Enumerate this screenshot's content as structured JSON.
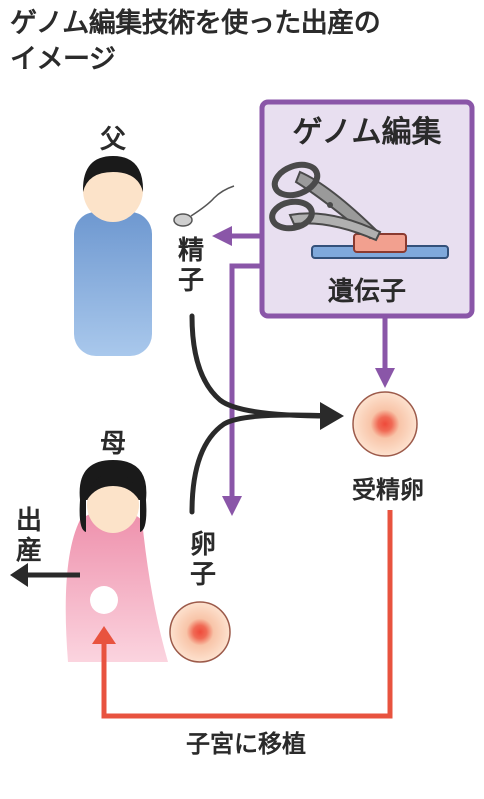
{
  "title": {
    "line1": "ゲノム編集技術を使った出産の",
    "line2": "イメージ"
  },
  "labels": {
    "father": "父",
    "mother": "母",
    "sperm": [
      "精",
      "子"
    ],
    "egg": [
      "卵",
      "子"
    ],
    "birth": [
      "出",
      "産"
    ],
    "fertilized_egg": "受精卵",
    "transplant": "子宮に移植"
  },
  "genome_box": {
    "title": "ゲノム編集",
    "gene_label": "遺伝子"
  },
  "colors": {
    "purple": "#8a56a8",
    "box_fill": "#e8dff0",
    "red_line": "#e8533f",
    "father_body": "#7aa7d8",
    "mother_body": "#f29bb3",
    "skin": "#fce3c9",
    "hair": "#1a1a1a",
    "egg_fill": "#fbd9c2",
    "egg_core": "#ef5a4a"
  }
}
